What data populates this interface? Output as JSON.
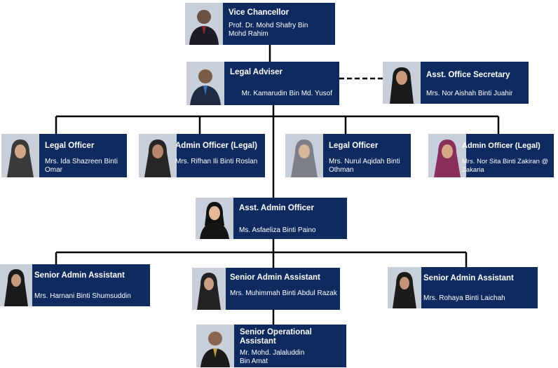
{
  "org_chart": {
    "nodes": [
      {
        "id": "vc",
        "title": "Vice Chancellor",
        "name": "Prof. Dr. Mohd Shafry Bin Mohd Rahim",
        "photo": "male-suit-photo"
      },
      {
        "id": "legal-adviser",
        "title": "Legal Adviser",
        "name": "Mr. Kamarudin Bin Md. Yusof",
        "photo": "male-suit-photo"
      },
      {
        "id": "asst-office-secretary",
        "title": "Asst. Office Secretary",
        "name": "Mrs. Nor Aishah Binti Juahir",
        "photo": "female-hijab-photo"
      },
      {
        "id": "legal-officer-1",
        "title": "Legal Officer",
        "name": "Mrs. Ida Shazreen Binti Omar",
        "photo": "female-hijab-photo"
      },
      {
        "id": "admin-officer-legal-1",
        "title": "Admin  Officer (Legal)",
        "name": "Mrs. Rifhan Ili Binti Roslan",
        "photo": "female-hijab-photo"
      },
      {
        "id": "legal-officer-2",
        "title": "Legal Officer",
        "name": "Mrs. Nurul Aqidah Binti Othman",
        "photo": "female-hijab-photo"
      },
      {
        "id": "admin-officer-legal-2",
        "title": "Admin  Officer (Legal)",
        "name": "Mrs. Nor Sita Binti Zakiran @ Zakaria",
        "photo": "female-hijab-photo"
      },
      {
        "id": "asst-admin-officer",
        "title": "Asst. Admin Officer",
        "name": "Ms. Asfaeliza Binti Paino",
        "photo": "female-photo"
      },
      {
        "id": "senior-admin-assistant-1",
        "title": "Senior Admin Assistant",
        "name": "Mrs. Harnani Binti Shumsuddin",
        "photo": "female-hijab-photo"
      },
      {
        "id": "senior-admin-assistant-2",
        "title": "Senior Admin Assistant",
        "name": "Mrs. Muhimmah Binti Abdul Razak",
        "photo": "female-hijab-photo"
      },
      {
        "id": "senior-admin-assistant-3",
        "title": "Senior Admin Assistant",
        "name": "Mrs. Rohaya Binti Laichah",
        "photo": "female-hijab-photo"
      },
      {
        "id": "senior-operational-assistant",
        "title": "Senior Operational Assistant",
        "name": "Mr. Mohd. Jalaluddin Bin Amat",
        "photo": "male-suit-photo"
      }
    ],
    "edges": [
      {
        "from": "vc",
        "to": "legal-adviser",
        "style": "solid"
      },
      {
        "from": "legal-adviser",
        "to": "asst-office-secretary",
        "style": "dashed"
      },
      {
        "from": "legal-adviser",
        "to": "legal-officer-1",
        "style": "solid"
      },
      {
        "from": "legal-adviser",
        "to": "admin-officer-legal-1",
        "style": "solid"
      },
      {
        "from": "legal-adviser",
        "to": "legal-officer-2",
        "style": "solid"
      },
      {
        "from": "legal-adviser",
        "to": "admin-officer-legal-2",
        "style": "solid"
      },
      {
        "from": "legal-adviser",
        "to": "asst-admin-officer",
        "style": "solid"
      },
      {
        "from": "asst-admin-officer",
        "to": "senior-admin-assistant-1",
        "style": "solid"
      },
      {
        "from": "asst-admin-officer",
        "to": "senior-admin-assistant-2",
        "style": "solid"
      },
      {
        "from": "asst-admin-officer",
        "to": "senior-admin-assistant-3",
        "style": "solid"
      },
      {
        "from": "senior-admin-assistant-2",
        "to": "senior-operational-assistant",
        "style": "solid"
      }
    ],
    "colors": {
      "card": "#0f2a5f",
      "card_text": "#ffffff",
      "connector": "#000000"
    }
  }
}
